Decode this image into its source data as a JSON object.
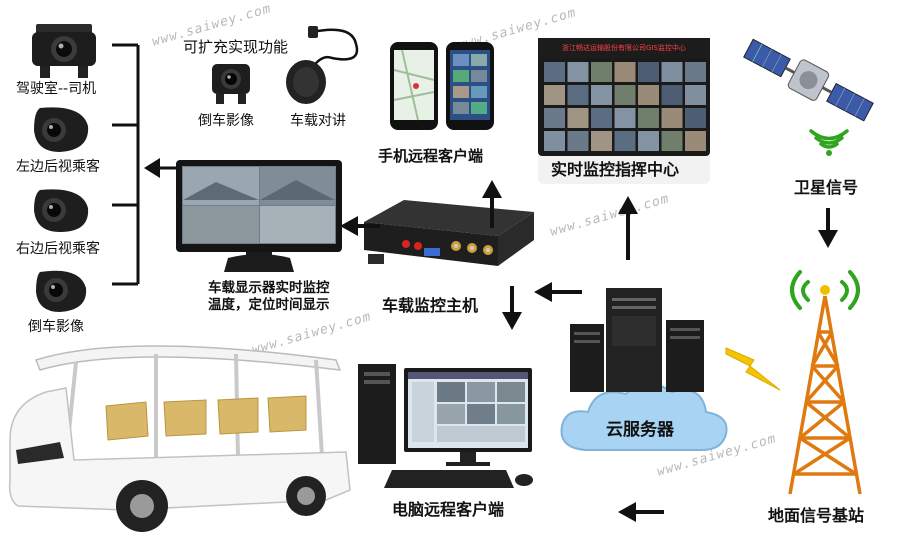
{
  "watermark": "www.saiwey.com",
  "labels": {
    "driver_cam": "驾驶室--司机",
    "left_cam": "左边后视乘客",
    "right_cam": "右边后视乘客",
    "reverse_cam": "倒车影像",
    "expandable": "可扩充实现功能",
    "reverse_cam_ext": "倒车影像",
    "intercom": "车载对讲",
    "mobile_client": "手机远程客户端",
    "command_center": "实时监控指挥中心",
    "satellite": "卫星信号",
    "monitor_caption_line1": "车载显示器实时监控",
    "monitor_caption_line2": "温度，定位时间显示",
    "host": "车载监控主机",
    "cloud": "云服务器",
    "pc_client": "电脑远程客户端",
    "base_station": "地面信号基站",
    "wall_banner": "浙江畅达运输股份有限公司GIS监控中心"
  },
  "colors": {
    "arrow": "#111111",
    "tower": "#e07a10",
    "signal": "#2fa51e",
    "lightning": "#f5c400",
    "cloud": "#a9d3f2",
    "device_dark": "#1e1e1e"
  },
  "icons": [
    "camera-icon",
    "smartphone-icon",
    "video-wall-icon",
    "satellite-icon",
    "signal-icon",
    "monitor-icon",
    "dvr-icon",
    "server-icon",
    "cloud-icon",
    "pc-icon",
    "tower-icon",
    "lightning-icon",
    "bus-icon",
    "microphone-icon"
  ]
}
